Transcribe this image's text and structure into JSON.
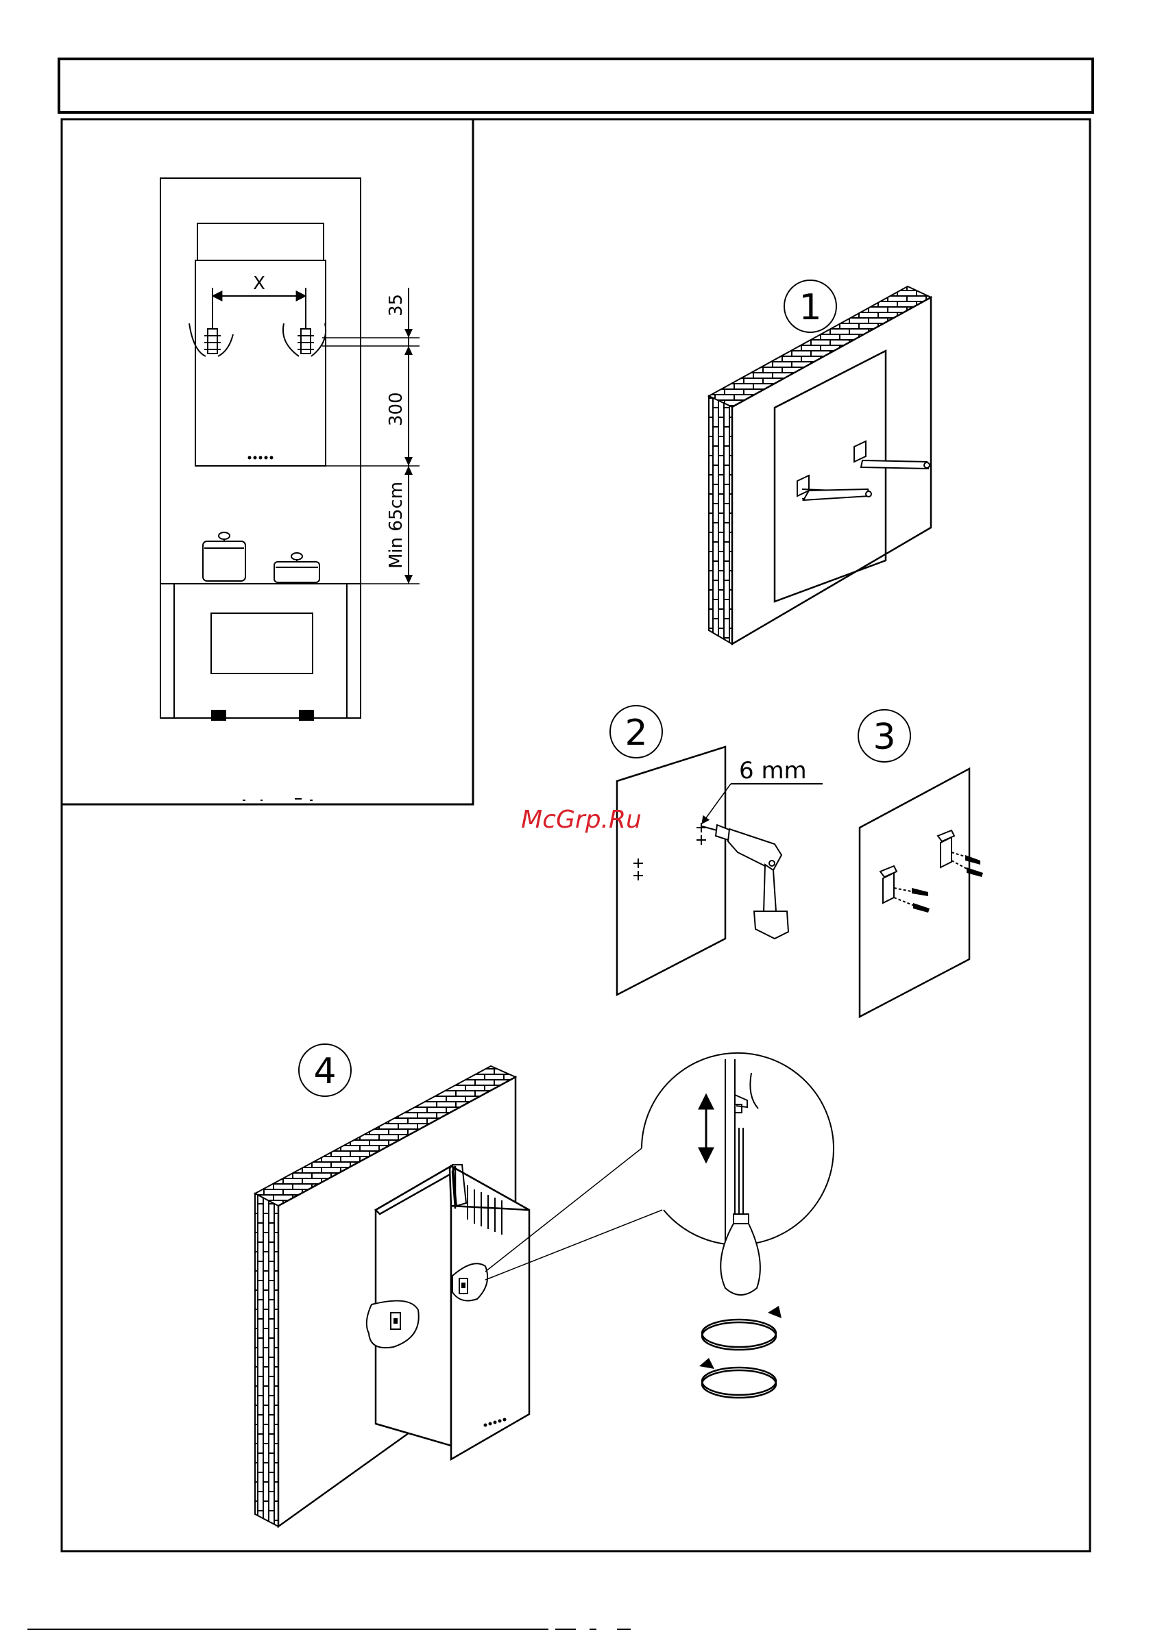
{
  "dimensions": {
    "x_label": "X",
    "top_offset": "35",
    "bracket_spacing": "300",
    "min_height": "Min 65cm"
  },
  "steps": [
    {
      "number": "1"
    },
    {
      "number": "2",
      "drill_size": "6 mm"
    },
    {
      "number": "3"
    },
    {
      "number": "4"
    }
  ],
  "watermark": "McGrp.Ru",
  "colors": {
    "line": "#000000",
    "watermark": "#d8202a",
    "background": "#ffffff"
  }
}
